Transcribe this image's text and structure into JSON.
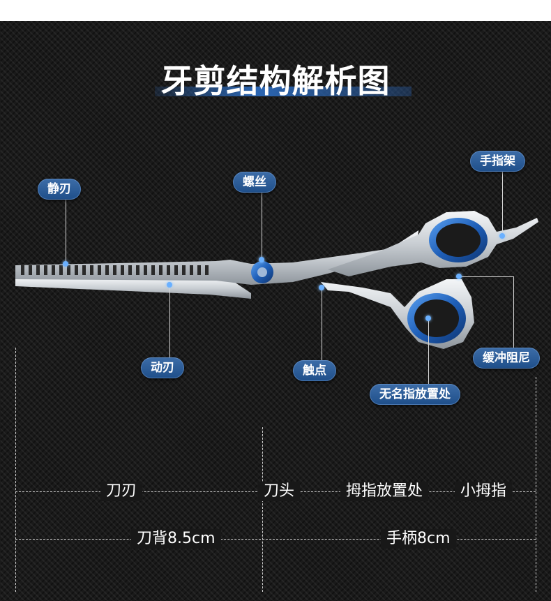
{
  "title": "牙剪结构解析图",
  "labels": {
    "static_blade": "静刃",
    "screw": "螺丝",
    "finger_rest": "手指架",
    "moving_blade": "动刃",
    "contact_point": "触点",
    "buffer": "缓冲阻尼",
    "ring_finger_rest": "无名指放置处"
  },
  "measurements": {
    "blade_edge": "刀刃",
    "blade_tip": "刀头",
    "thumb_rest": "拇指放置处",
    "little_thumb": "小拇指",
    "blade_back": "刀背8.5cm",
    "handle": "手柄8cm"
  },
  "colors": {
    "accent_blue": "#2b66b3",
    "ring_blue": "#1f5fb8",
    "steel": "#d8dce0"
  }
}
